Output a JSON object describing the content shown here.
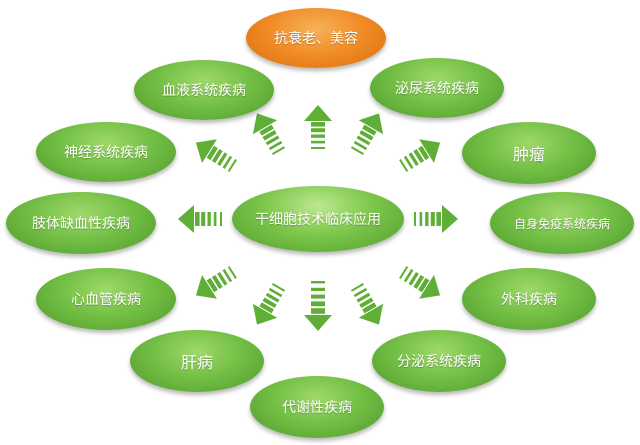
{
  "center": {
    "label": "干细胞技术临床应用"
  },
  "colors": {
    "green": "#6bb83b",
    "orange": "#f08a24",
    "text": "#ffffff"
  },
  "nodes": [
    {
      "id": "anti-aging",
      "label": "抗衰老、美容",
      "color": "orange"
    },
    {
      "id": "blood",
      "label": "血液系统疾病",
      "color": "green"
    },
    {
      "id": "urinary",
      "label": "泌尿系统疾病",
      "color": "green"
    },
    {
      "id": "nervous",
      "label": "神经系统疾病",
      "color": "green"
    },
    {
      "id": "tumor",
      "label": "肿瘤",
      "color": "green"
    },
    {
      "id": "limb-ischemia",
      "label": "肢体缺血性疾病",
      "color": "green"
    },
    {
      "id": "autoimmune",
      "label": "自身免疫系统疾病",
      "color": "green"
    },
    {
      "id": "cardiovascular",
      "label": "心血管疾病",
      "color": "green"
    },
    {
      "id": "surgical",
      "label": "外科疾病",
      "color": "green"
    },
    {
      "id": "liver",
      "label": "肝病",
      "color": "green"
    },
    {
      "id": "endocrine",
      "label": "分泌系统疾病",
      "color": "green"
    },
    {
      "id": "metabolic",
      "label": "代谢性疾病",
      "color": "green"
    }
  ],
  "arrow_icon": "striped-arrow-icon"
}
